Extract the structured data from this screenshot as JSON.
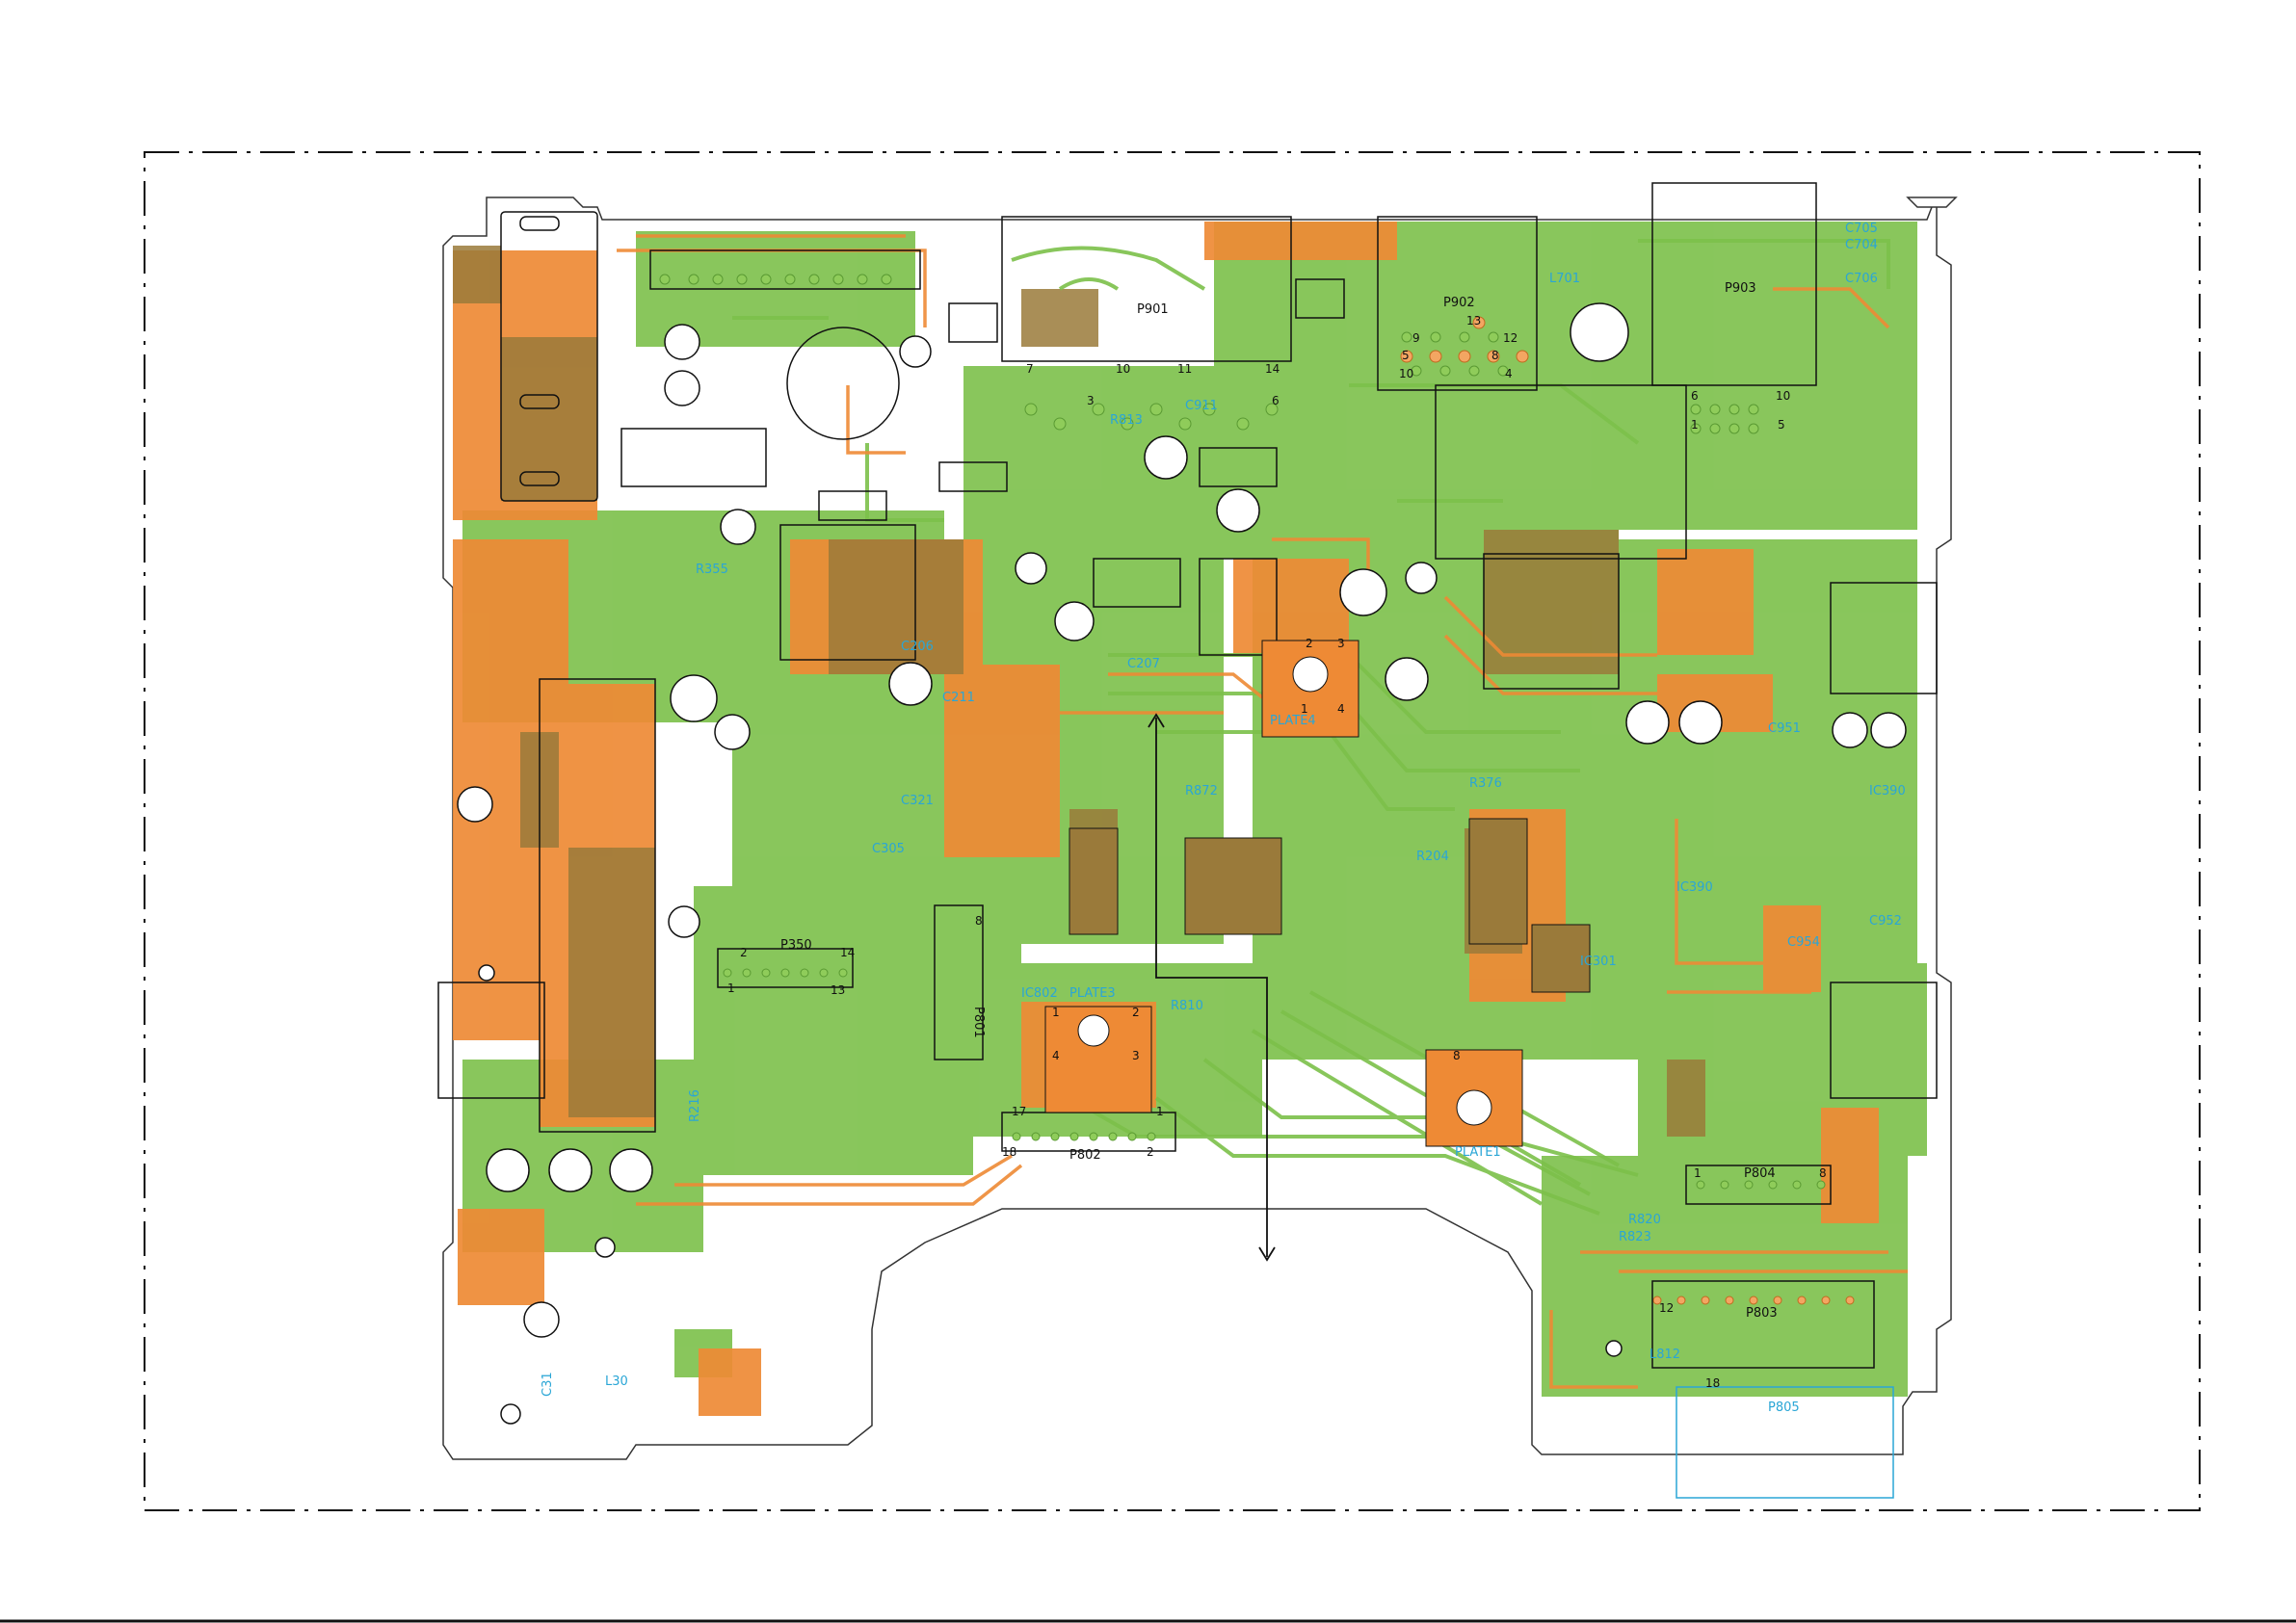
{
  "colors": {
    "trace_green": "#7cc04a",
    "trace_orange": "#ee8a35",
    "overlap": "#9a7a3a",
    "silk_cyan": "#2aa6d6",
    "outline": "#111111"
  },
  "connectors": {
    "p901": "P901",
    "p902": "P902",
    "p903": "P903",
    "p350": "P350",
    "p801": "P801",
    "p802": "P802",
    "p803": "P803",
    "p804": "P804",
    "p805": "P805"
  },
  "plates": {
    "plate1": "PLATE1",
    "plate3": "PLATE3",
    "plate4": "PLATE4"
  },
  "pin_numbers": {
    "p901": [
      "7",
      "10",
      "11",
      "14",
      "3",
      "6"
    ],
    "p902": [
      "9",
      "13",
      "12",
      "5",
      "8",
      "10",
      "4"
    ],
    "p903": [
      "6",
      "10",
      "1",
      "5"
    ],
    "p350": [
      "2",
      "14",
      "1",
      "13"
    ],
    "p801": [
      "8"
    ],
    "p802": [
      "17",
      "1",
      "18",
      "2"
    ],
    "p804": [
      "1",
      "8"
    ],
    "p803": [
      "12"
    ],
    "p805": [
      "18"
    ],
    "plate3": [
      "1",
      "2",
      "3",
      "4"
    ],
    "plate4": [
      "1",
      "2",
      "3",
      "4"
    ],
    "plate1": [
      "8"
    ]
  },
  "component_labels": {
    "ic301": "IC301",
    "ic390": "IC390",
    "c206": "C206",
    "c211": "C211",
    "c321": "C321",
    "c951": "C951",
    "c954": "C954",
    "r376": "R376",
    "r216": "R216",
    "r204": "R204",
    "l30": "L30",
    "c31": "C31",
    "l701": "L701",
    "ic802": "IC802",
    "r820": "R820",
    "r823": "R823",
    "r872": "R872",
    "r355": "R355",
    "c305": "C305",
    "r810": "R810",
    "r813": "R813",
    "c911": "C911",
    "c207": "C207",
    "c704": "C704",
    "c705": "C705",
    "c706": "C706",
    "l812": "L812",
    "ic390b": "IC390",
    "c952": "C952"
  }
}
